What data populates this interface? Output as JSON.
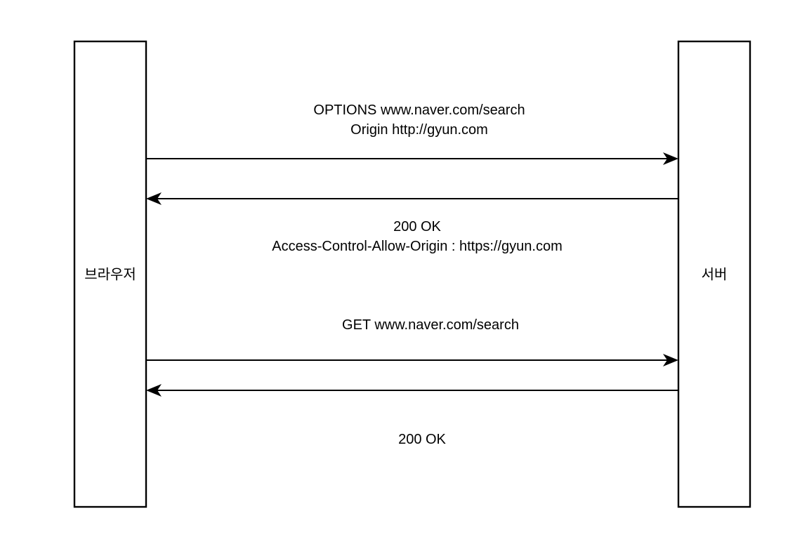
{
  "diagram": {
    "type": "sequence-diagram",
    "background_color": "#ffffff",
    "line_color": "#000000",
    "text_color": "#000000",
    "participants": [
      {
        "id": "browser",
        "label": "브라우저",
        "side": "left"
      },
      {
        "id": "server",
        "label": "서버",
        "side": "right"
      }
    ],
    "messages": [
      {
        "id": "msg-1",
        "direction": "browser-to-server",
        "lines": [
          "OPTIONS www.naver.com/search",
          "Origin http://gyun.com"
        ],
        "label_position": "above"
      },
      {
        "id": "msg-2",
        "direction": "server-to-browser",
        "lines": [
          "200 OK",
          "Access-Control-Allow-Origin : https://gyun.com"
        ],
        "label_position": "below"
      },
      {
        "id": "msg-3",
        "direction": "browser-to-server",
        "lines": [
          "GET www.naver.com/search"
        ],
        "label_position": "above"
      },
      {
        "id": "msg-4",
        "direction": "server-to-browser",
        "lines": [
          "200 OK"
        ],
        "label_position": "below"
      }
    ]
  }
}
